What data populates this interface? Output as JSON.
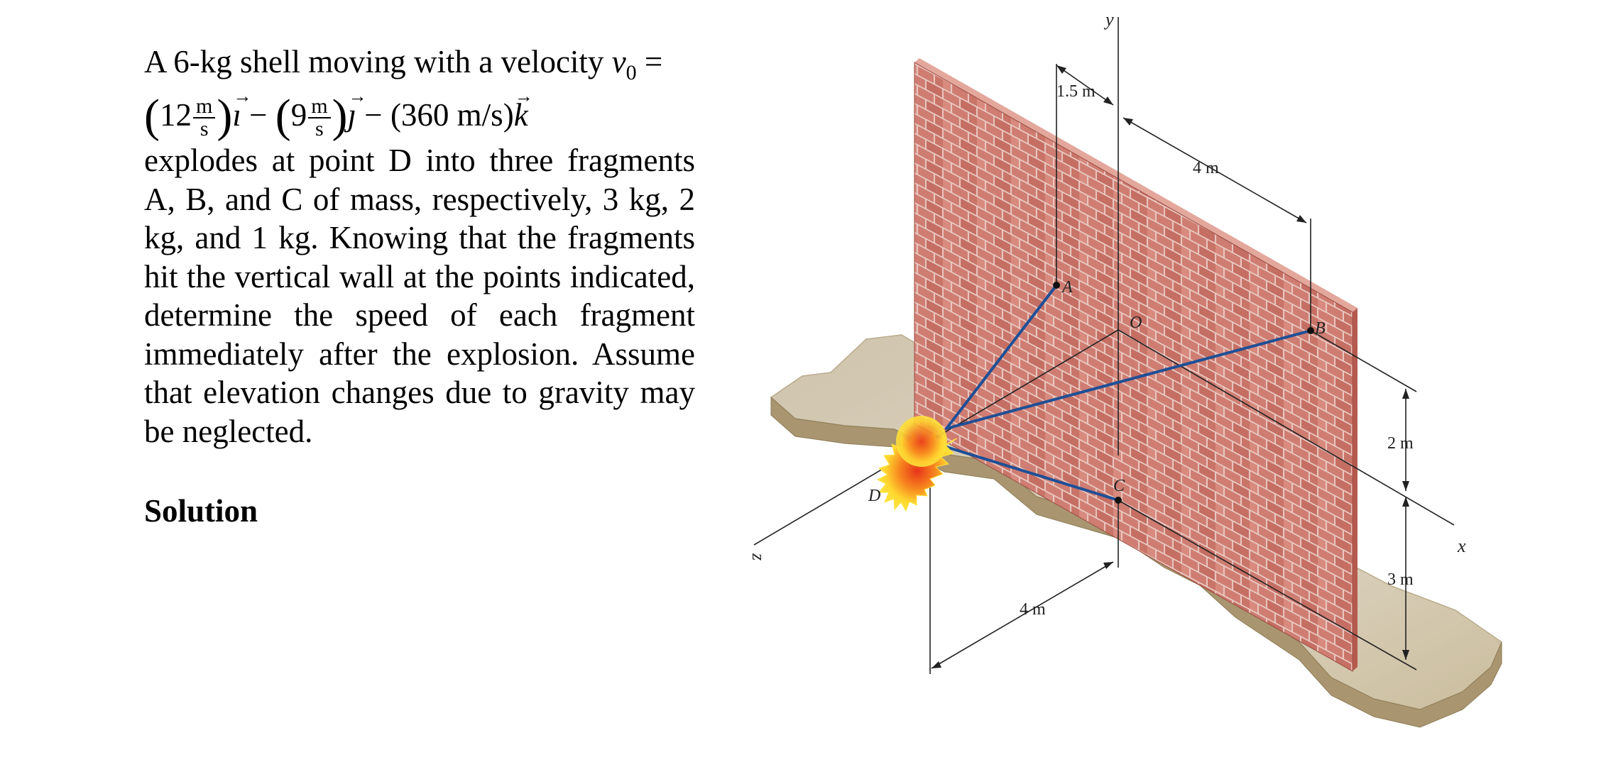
{
  "problem": {
    "line1_prefix": "A 6-kg shell moving with a velocity ",
    "v_symbol": "v",
    "v_subscript": "0",
    "equals": " =",
    "vx_coef": "12",
    "unit_num": "m",
    "unit_den": "s",
    "i_hat": "ı",
    "minus": " − ",
    "vy_coef": "9",
    "j_hat": "ȷ",
    "vz_term": "(360 m/s)",
    "k_hat": "k",
    "body": "explodes at point D into three fragments A, B, and C of mass, respectively, 3 kg, 2 kg, and 1 kg. Knowing that the fragments hit the vertical wall at the points indicated, determine the speed of each fragment immediately after the explosion. Assume that elevation changes due to gravity may be neglected."
  },
  "solution_heading": "Solution",
  "figure": {
    "axis_x": "x",
    "axis_y": "y",
    "axis_z": "z",
    "point_a": "A",
    "point_b": "B",
    "point_c": "C",
    "point_d": "D",
    "origin": "O",
    "dim_1_5": "1.5 m",
    "dim_4_top": "4 m",
    "dim_2": "2 m",
    "dim_3": "3 m",
    "dim_4_bottom": "4 m",
    "colors": {
      "brick": "#cf7d72",
      "mortar": "#e9c9c2",
      "ground": "#d2c8b4",
      "ground_dark": "#a89672",
      "trajectory": "#1f4f96",
      "explosion_core": "#e8331a",
      "explosion_outer": "#ffe23a"
    }
  }
}
